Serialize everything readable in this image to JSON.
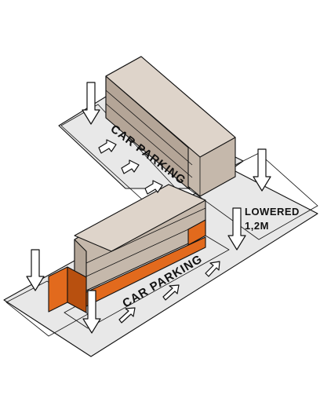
{
  "labels": {
    "upper_parking": "CAR PARKING",
    "lower_parking": "CAR PARKING",
    "lowered_line1": "LOWERED",
    "lowered_line2": "1,2M"
  },
  "colors": {
    "background": "#ffffff",
    "site_plate": "#e6e6e6",
    "parking_area": "#bdbdbd",
    "building_top": "#ded4ca",
    "building_side": "#c6b9ad",
    "building_front": "#b3a597",
    "podium_orange": "#e26a1d",
    "podium_orange_dark": "#b8500f",
    "outline": "#111111",
    "arrow_fill": "#ffffff"
  },
  "icons": [
    "entry-arrow-down",
    "entry-arrow-right"
  ]
}
